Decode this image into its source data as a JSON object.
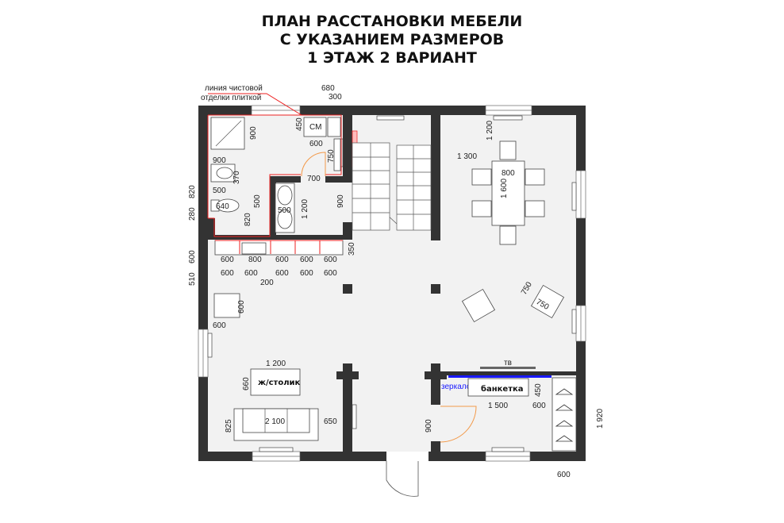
{
  "title": [
    "ПЛАН РАССТАНОВКИ МЕБЕЛИ",
    "С УКАЗАНИЕМ РАЗМЕРОВ",
    "1 ЭТАЖ 2 ВАРИАНТ"
  ],
  "annotations": {
    "tile_line": [
      "линия чистовой",
      "отделки плиткой"
    ],
    "washer": "СМ",
    "coffee_table": "ж/столик",
    "bench": "банкетка",
    "tv": "тв",
    "mirror": "зеркало"
  },
  "dimensions": {
    "d680": "680",
    "d300": "300",
    "d450a": "450",
    "d900a": "900",
    "d600a": "600",
    "d750a": "750",
    "d900b": "900",
    "d370": "370",
    "d500a": "500",
    "d700": "700",
    "d500b": "500",
    "d500c": "500",
    "d1200a": "1 200",
    "d900c": "900",
    "d640": "640",
    "d820a": "820",
    "d820b": "820",
    "d280": "280",
    "d600l": "600",
    "d510": "510",
    "d350": "350",
    "counter_top": [
      "600",
      "800",
      "600",
      "600",
      "600"
    ],
    "counter_bottom": [
      "600",
      "600",
      "600",
      "600",
      "600"
    ],
    "d200": "200",
    "fridge_w": "600",
    "fridge_h": "600",
    "table_w": "1 200",
    "table_h": "660",
    "sofa_w": "2 100",
    "sofa_h": "825",
    "d650": "650",
    "dining_top": "1 200",
    "dining_left": "1 300",
    "dining_w": "800",
    "dining_l": "1 600",
    "chair_a": "750",
    "chair_b": "750",
    "d900d": "900",
    "bench_w": "1 500",
    "bench_h": "450",
    "d600b": "600",
    "d1920": "1 920",
    "d600c": "600"
  },
  "colors": {
    "wall": "#333333",
    "tile_line": "#e22222",
    "door_swing": "#f39a4a",
    "mirror": "#1a1aff"
  }
}
